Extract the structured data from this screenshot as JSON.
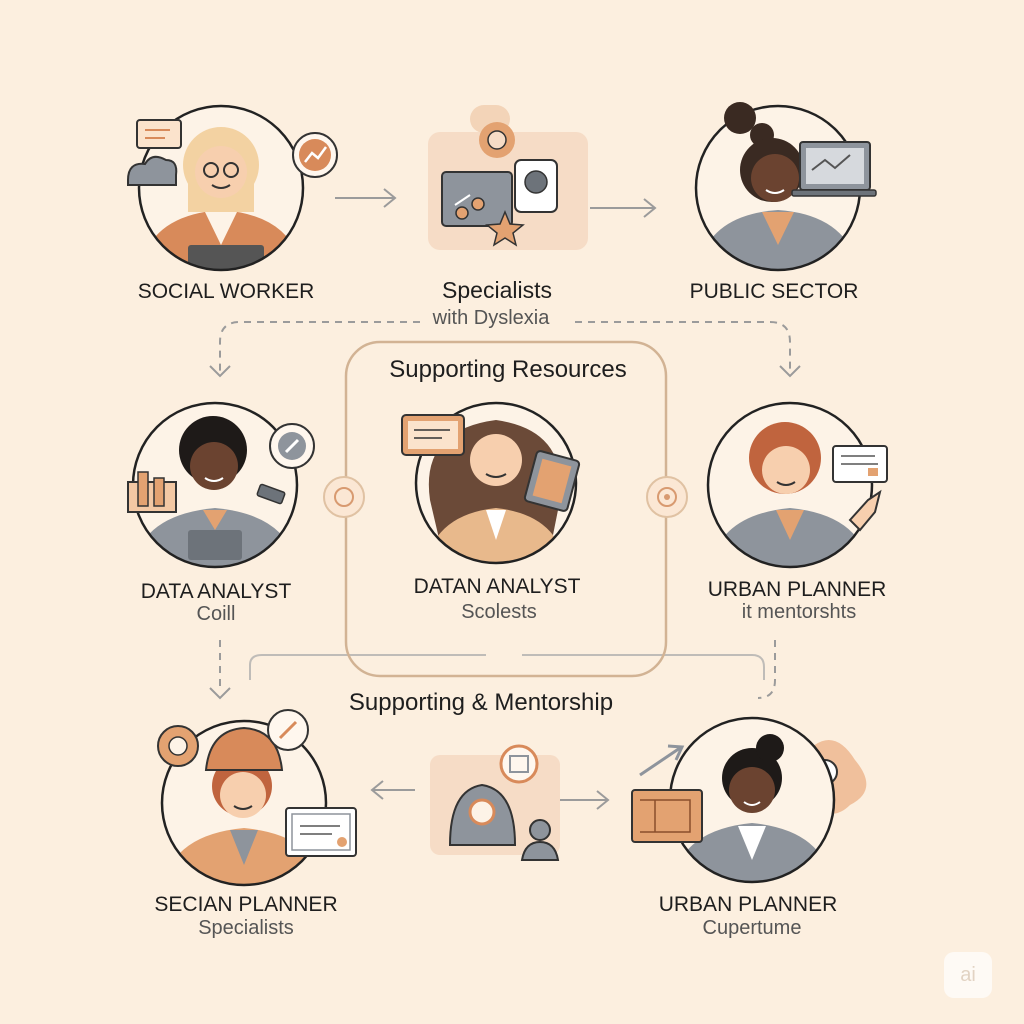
{
  "nodes": {
    "social_worker": {
      "role": "SOCIAL WORKER",
      "sub": ""
    },
    "specialists_top": {
      "role": "Specialists",
      "sub": "with Dyslexia"
    },
    "public_sector": {
      "role": "PUBLIC SECTOR",
      "sub": ""
    },
    "data_analyst_left": {
      "role": "DATA ANALYST",
      "sub": "Coill"
    },
    "data_analyst_center": {
      "role": "DATAN ANALYST",
      "sub": "Scolests"
    },
    "urban_planner_right": {
      "role": "URBAN PLANNER",
      "sub": "it mentorshts"
    },
    "secian_planner": {
      "role": "SECIAN PLANNER",
      "sub": "Specialists"
    },
    "urban_planner_bottom": {
      "role": "URBAN PLANNER",
      "sub": "Cupertume"
    }
  },
  "headings": {
    "supporting_resources": "Supporting Resources",
    "supporting_mentorship": "Supporting & Mentorship"
  },
  "badge": "ai",
  "colors": {
    "background": "#fcefdf",
    "accent": "#d88a5a",
    "skin_light": "#f5c9a3",
    "skin_dark": "#6b4330",
    "jacket_gray": "#8e949c",
    "line": "#9b9b9b"
  }
}
